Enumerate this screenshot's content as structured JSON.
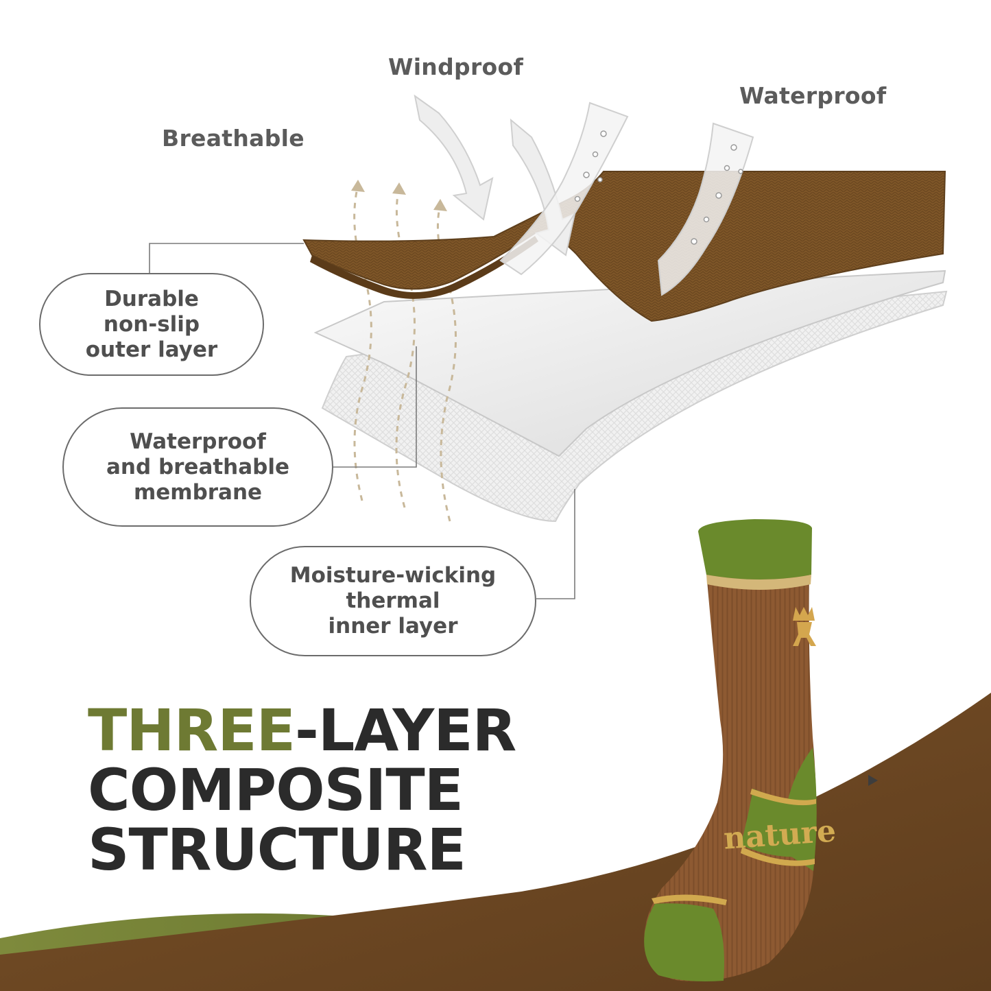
{
  "features": {
    "windproof": "Windproof",
    "waterproof": "Waterproof",
    "breathable": "Breathable"
  },
  "layers": {
    "outer": [
      "Durable",
      "non-slip",
      "outer layer"
    ],
    "membrane": [
      "Waterproof",
      "and breathable",
      "membrane"
    ],
    "inner": [
      "Moisture-wicking",
      "thermal",
      "inner layer"
    ]
  },
  "headline": {
    "accent": "THREE",
    "line1_rest": "-LAYER",
    "line2": "COMPOSITE",
    "line3": "STRUCTURE"
  },
  "sock_text": "nature",
  "colors": {
    "accent_olive": "#6e7a33",
    "fabric_brown": "#7e5628",
    "sock_brown": "#8e5a32",
    "sock_green": "#6a8a2c",
    "wave_brown": "#6e4a25",
    "text_dark": "#2b2b2b"
  }
}
